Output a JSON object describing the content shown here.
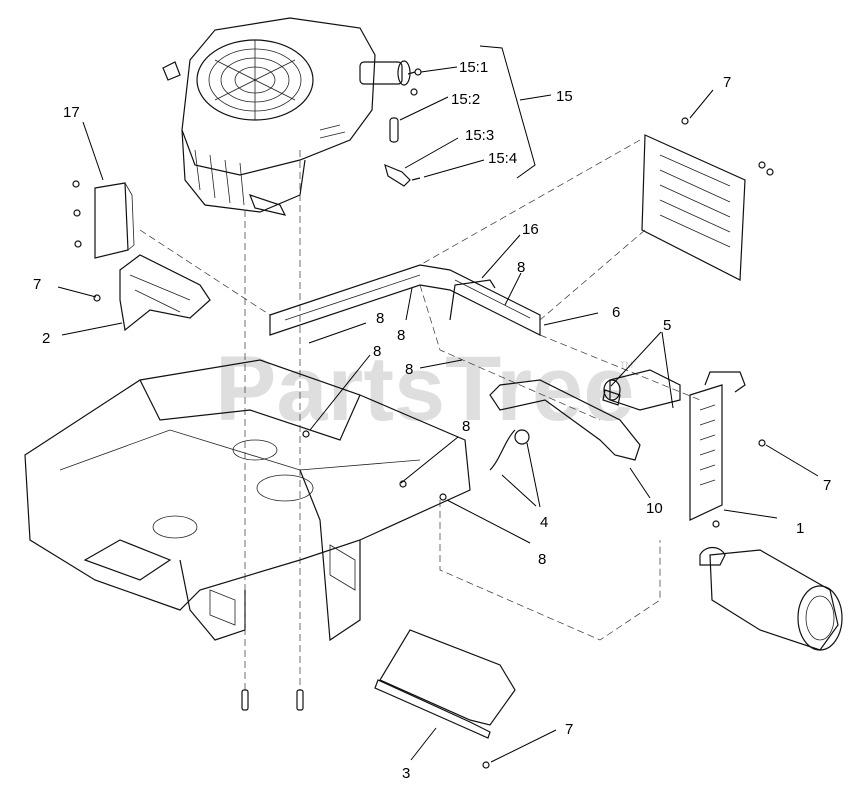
{
  "watermark": {
    "text": "PartsTree",
    "mark": "TM"
  },
  "callouts": [
    {
      "id": "c-15-1",
      "text": "15:1"
    },
    {
      "id": "c-15-2",
      "text": "15:2"
    },
    {
      "id": "c-15-3",
      "text": "15:3"
    },
    {
      "id": "c-15-4",
      "text": "15:4"
    },
    {
      "id": "c-15",
      "text": "15"
    },
    {
      "id": "c-17",
      "text": "17"
    },
    {
      "id": "c-7-top",
      "text": "7"
    },
    {
      "id": "c-16",
      "text": "16"
    },
    {
      "id": "c-8-a",
      "text": "8"
    },
    {
      "id": "c-7-left",
      "text": "7"
    },
    {
      "id": "c-2",
      "text": "2"
    },
    {
      "id": "c-8-b",
      "text": "8"
    },
    {
      "id": "c-8-c",
      "text": "8"
    },
    {
      "id": "c-6",
      "text": "6"
    },
    {
      "id": "c-5",
      "text": "5"
    },
    {
      "id": "c-8-d",
      "text": "8"
    },
    {
      "id": "c-8-e",
      "text": "8"
    },
    {
      "id": "c-8-f",
      "text": "8"
    },
    {
      "id": "c-7-right",
      "text": "7"
    },
    {
      "id": "c-10",
      "text": "10"
    },
    {
      "id": "c-1",
      "text": "1"
    },
    {
      "id": "c-4",
      "text": "4"
    },
    {
      "id": "c-8-g",
      "text": "8"
    },
    {
      "id": "c-7-bottom",
      "text": "7"
    },
    {
      "id": "c-3",
      "text": "3"
    }
  ]
}
